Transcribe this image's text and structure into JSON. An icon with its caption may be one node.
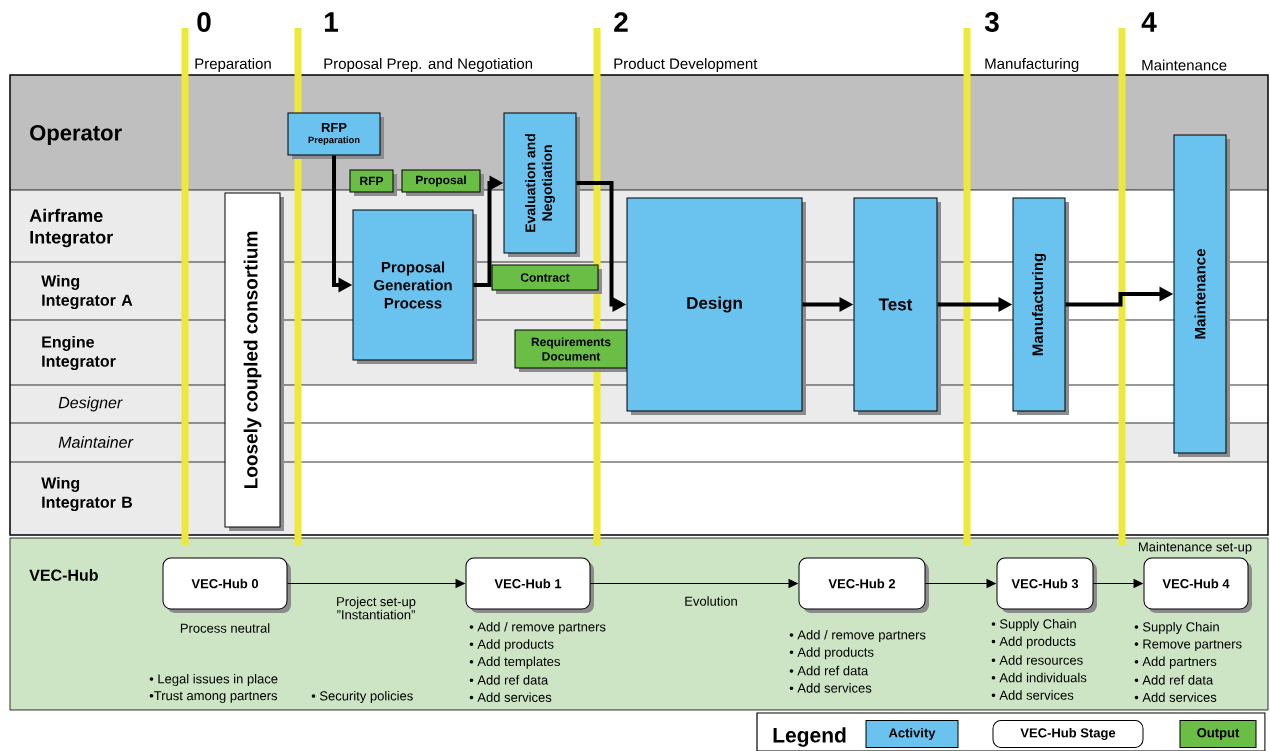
{
  "diagram": {
    "nodes": [
      {
        "text": [
          "RFP",
          "Preparation"
        ]
      },
      {
        "text": [
          "RFP"
        ]
      },
      {
        "text": [
          "Proposal"
        ]
      },
      {
        "text": [
          "Proposal Generation Process"
        ]
      },
      {
        "text": [
          "Evaluation and Negotiation"
        ]
      },
      {
        "text": [
          "Contract"
        ]
      },
      {
        "text": [
          "Requirements Document"
        ]
      },
      {
        "text": [
          "Design"
        ]
      },
      {
        "text": [
          "Test"
        ]
      },
      {
        "text": [
          "Manufacturing"
        ]
      },
      {
        "text": [
          "Maintenance"
        ]
      },
      {
        "text": [
          "Loosely coupled consortium"
        ]
      },
      {
        "text": [
          "VEC-Hub 0"
        ],
        "beside": [
          "Process neutral",
          "• Legal issues in place",
          "•Trust among partners"
        ]
      },
      {
        "text": [
          "VEC-Hub 1"
        ],
        "beside": [
          "• Add / remove partners",
          "• Add products",
          "• Add templates",
          "• Add ref data",
          "• Add services"
        ]
      },
      {
        "text": [
          "VEC-Hub 2"
        ],
        "beside": [
          "• Add / remove partners",
          "• Add products",
          "• Add ref data",
          "• Add services"
        ]
      },
      {
        "text": [
          "VEC-Hub 3"
        ],
        "beside": [
          "• Supply Chain",
          "• Add products",
          "• Add resources",
          "• Add individuals",
          "• Add services"
        ]
      },
      {
        "text": [
          "VEC-Hub 4"
        ],
        "beside": [
          "Maintenance set-up",
          "• Supply Chain",
          "• Remove partners",
          "• Add partners",
          "• Add ref data",
          "• Add services"
        ]
      }
    ],
    "edges": [
      {
        "from": 0,
        "to": 3,
        "arrow": "to"
      },
      {
        "from": 3,
        "to": 4,
        "arrow": "to"
      },
      {
        "from": 4,
        "to": 7,
        "arrow": "to"
      },
      {
        "from": 7,
        "to": 8,
        "arrow": "to"
      },
      {
        "from": 8,
        "to": 9,
        "arrow": "to"
      },
      {
        "from": 9,
        "to": 10,
        "arrow": "to"
      },
      {
        "from": 12,
        "to": 13,
        "arrow": "to",
        "label": "Project set-up ”Instantiation”"
      },
      {
        "from": 13,
        "to": 14,
        "arrow": "to",
        "label": "Evolution"
      },
      {
        "from": 14,
        "to": 15,
        "arrow": "to"
      },
      {
        "from": 15,
        "to": 16,
        "arrow": "to"
      }
    ],
    "labels": [
      "0",
      "1",
      "2",
      "3",
      "4",
      "Preparation",
      "Proposal Prep. and Negotiation",
      "Product Development",
      "Manufacturing",
      "Maintenance",
      "Operator",
      "Airframe Integrator",
      "Wing Integrator A",
      "Engine Integrator",
      "Designer",
      "Maintainer",
      "Wing Integrator B",
      "VEC-Hub",
      "• Security policies",
      "Legend"
    ],
    "legend": [
      {
        "text": "Activity",
        "color": "#69c3ee"
      },
      {
        "text": "VEC-Hub Stage"
      },
      {
        "text": "Output",
        "color": "#6abd45"
      }
    ]
  }
}
